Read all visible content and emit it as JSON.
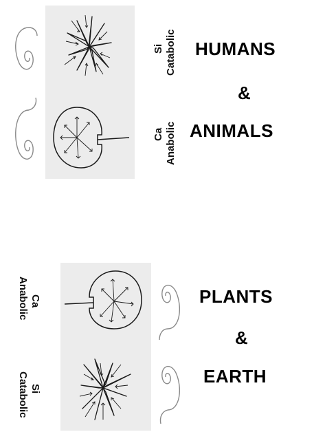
{
  "top": {
    "labels": {
      "si": "Si",
      "catabolic": "Catabolic",
      "ca": "Ca",
      "anabolic": "Anabolic"
    },
    "heading": {
      "line1": "HUMANS",
      "line2": "&",
      "line3": "ANIMALS"
    }
  },
  "bottom": {
    "labels": {
      "ca": "Ca",
      "anabolic": "Anabolic",
      "si": "Si",
      "catabolic": "Catabolic"
    },
    "heading": {
      "line1": "PLANTS",
      "line2": "&",
      "line3": "EARTH"
    }
  },
  "colors": {
    "ink": "#1a1a1a",
    "figure_background": "#ececec",
    "spiral": "#8a8a8a"
  },
  "icons": [
    "spiral-icon",
    "star-burst-icon",
    "radiating-circle-icon"
  ]
}
